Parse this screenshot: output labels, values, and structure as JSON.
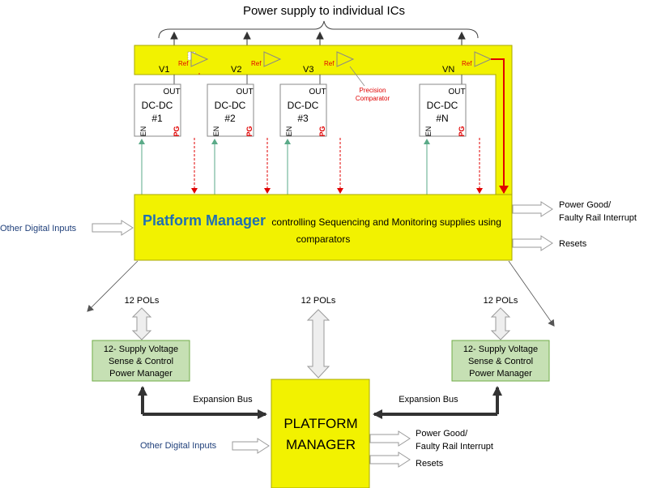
{
  "header": {
    "title": "Power supply to individual ICs"
  },
  "rails": [
    {
      "label": "V1",
      "ref": "Ref",
      "out": "OUT",
      "name": "DC-DC",
      "num": "#1",
      "en": "EN",
      "pg": "PG"
    },
    {
      "label": "V2",
      "ref": "Ref",
      "out": "OUT",
      "name": "DC-DC",
      "num": "#2",
      "en": "EN",
      "pg": "PG"
    },
    {
      "label": "V3",
      "ref": "Ref",
      "out": "OUT",
      "name": "DC-DC",
      "num": "#3",
      "en": "EN",
      "pg": "PG"
    },
    {
      "label": "VN",
      "ref": "Ref",
      "out": "OUT",
      "name": "DC-DC",
      "num": "#N",
      "en": "EN",
      "pg": "PG"
    }
  ],
  "comparator_note": {
    "line1": "Precision",
    "line2": "Comparator"
  },
  "platform_manager": {
    "title": "Platform Manager",
    "desc_line1": "controlling Sequencing and Monitoring supplies using",
    "desc_line2": "comparators"
  },
  "top_inputs": {
    "label": "Other Digital Inputs"
  },
  "top_outputs": {
    "power_good_line1": "Power Good/",
    "power_good_line2": "Faulty Rail Interrupt",
    "resets": "Resets"
  },
  "pols": {
    "left": "12 POLs",
    "center": "12 POLs",
    "right": "12 POLs"
  },
  "sense_left": {
    "line1": "12- Supply Voltage",
    "line2": "Sense & Control",
    "line3": "Power Manager"
  },
  "sense_right": {
    "line1": "12- Supply Voltage",
    "line2": "Sense & Control",
    "line3": "Power Manager"
  },
  "expansion": {
    "left": "Expansion Bus",
    "right": "Expansion Bus"
  },
  "bottom_pm": {
    "line1": "PLATFORM",
    "line2": "MANAGER"
  },
  "bottom_inputs": {
    "label": "Other Digital Inputs"
  },
  "bottom_outputs": {
    "power_good_line1": "Power Good/",
    "power_good_line2": "Faulty Rail Interrupt",
    "resets": "Resets"
  },
  "colors": {
    "yellow": "#f2f200",
    "yellow_border": "#a8a800",
    "green_box": "#c6e0b4",
    "green_border": "#70ad47",
    "title_blue": "#1f6fb4",
    "input_blue": "#1f3f7a",
    "red": "#e00000",
    "en_green": "#5aaa88"
  }
}
